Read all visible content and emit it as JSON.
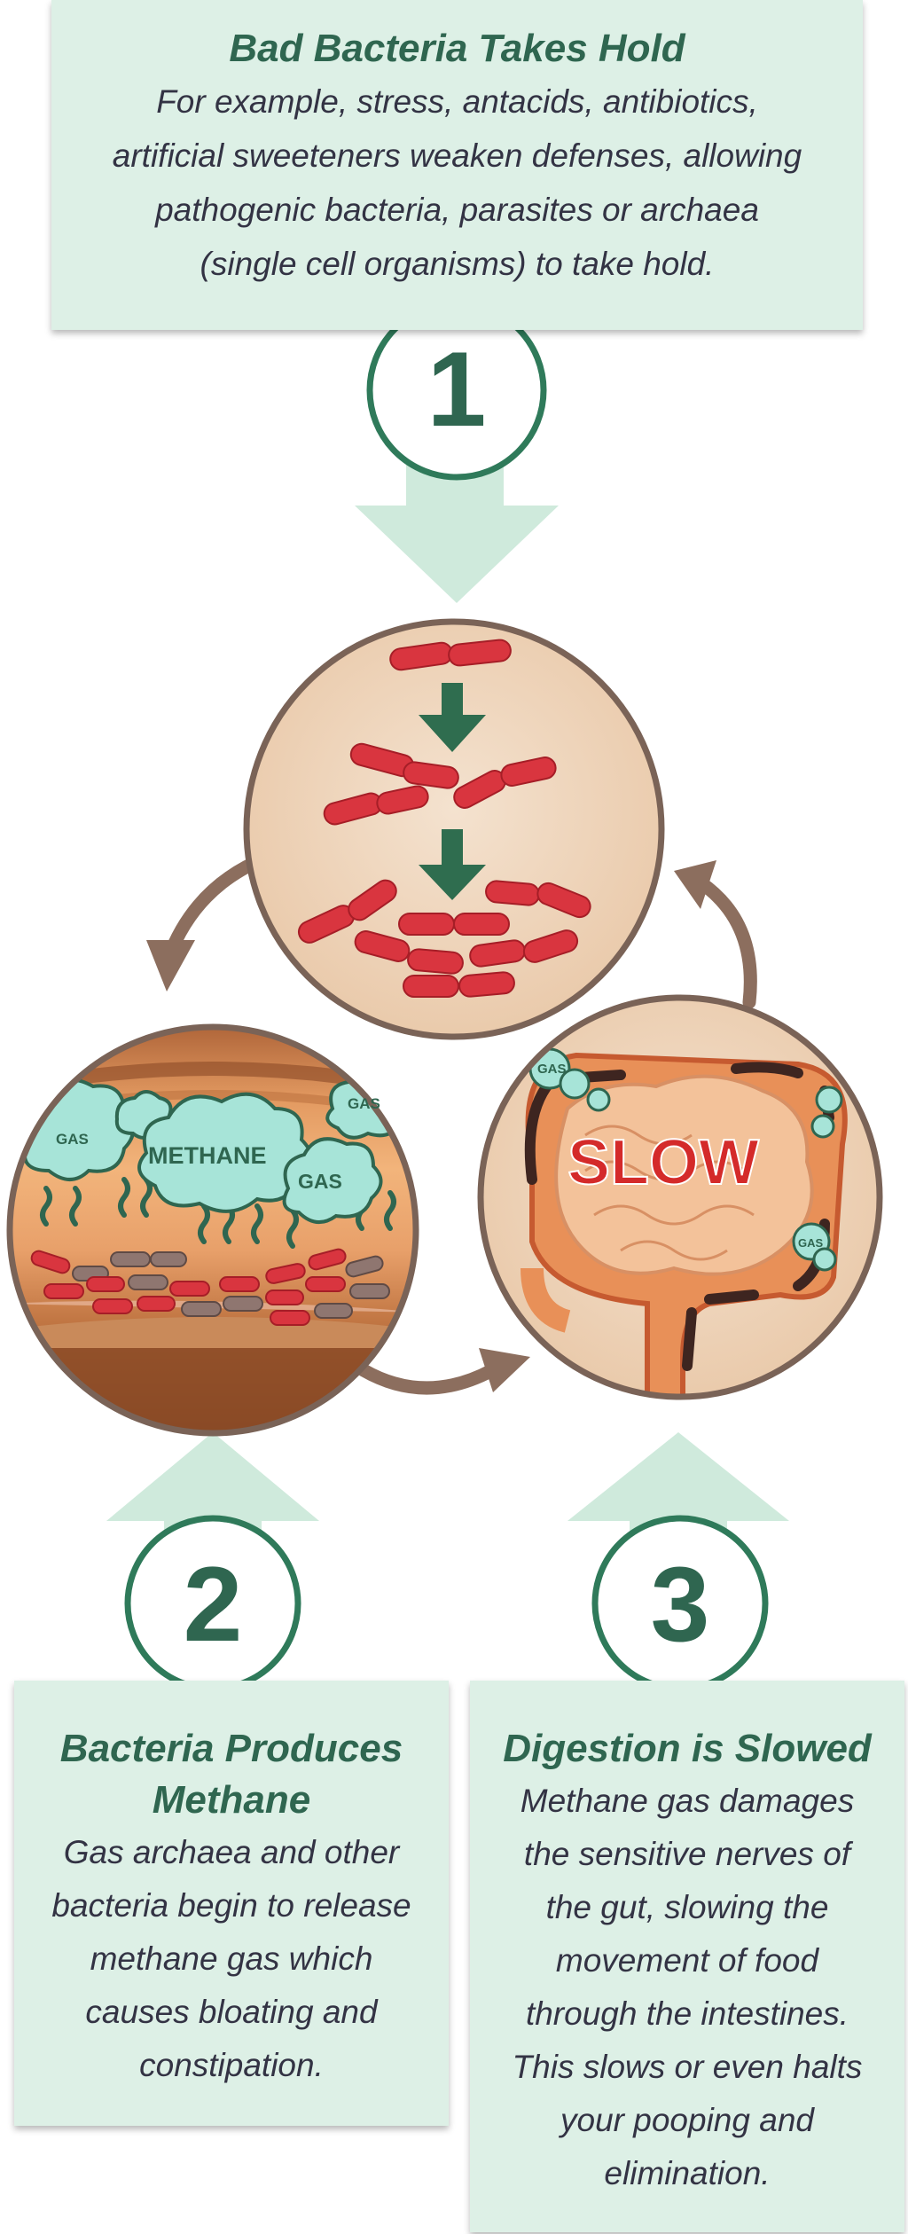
{
  "step1": {
    "number": "1",
    "title": "Bad Bacteria Takes Hold",
    "body_lines": [
      "For example, stress, antacids, antibiotics,",
      "artificial sweeteners weaken defenses, allowing",
      "pathogenic bacteria, parasites or archaea",
      "(single cell organisms) to take hold."
    ]
  },
  "step2": {
    "number": "2",
    "title_lines": [
      "Bacteria Produces",
      "Methane"
    ],
    "body_lines": [
      "Gas archaea and other",
      "bacteria begin to release",
      "methane gas which",
      "causes bloating and",
      "constipation."
    ]
  },
  "step3": {
    "number": "3",
    "title": "Digestion is Slowed",
    "body_lines": [
      "Methane gas damages",
      "the sensitive nerves of",
      "the gut, slowing the",
      "movement of food",
      "through the intestines.",
      "This slows or even halts",
      "your pooping and",
      "elimination."
    ]
  },
  "illustrations": {
    "gas_label": "GAS",
    "methane_label": "METHANE",
    "slow_label": "SLOW"
  },
  "colors": {
    "panel": "#ddf0e6",
    "circle_stroke": "#2f7a5a",
    "number_text": "#2f6650",
    "bacteria": "#d9353f",
    "cloud": "#a7e4d8",
    "cycle_arrow": "#8c6e5e",
    "slow_text": "#d42a2a"
  }
}
